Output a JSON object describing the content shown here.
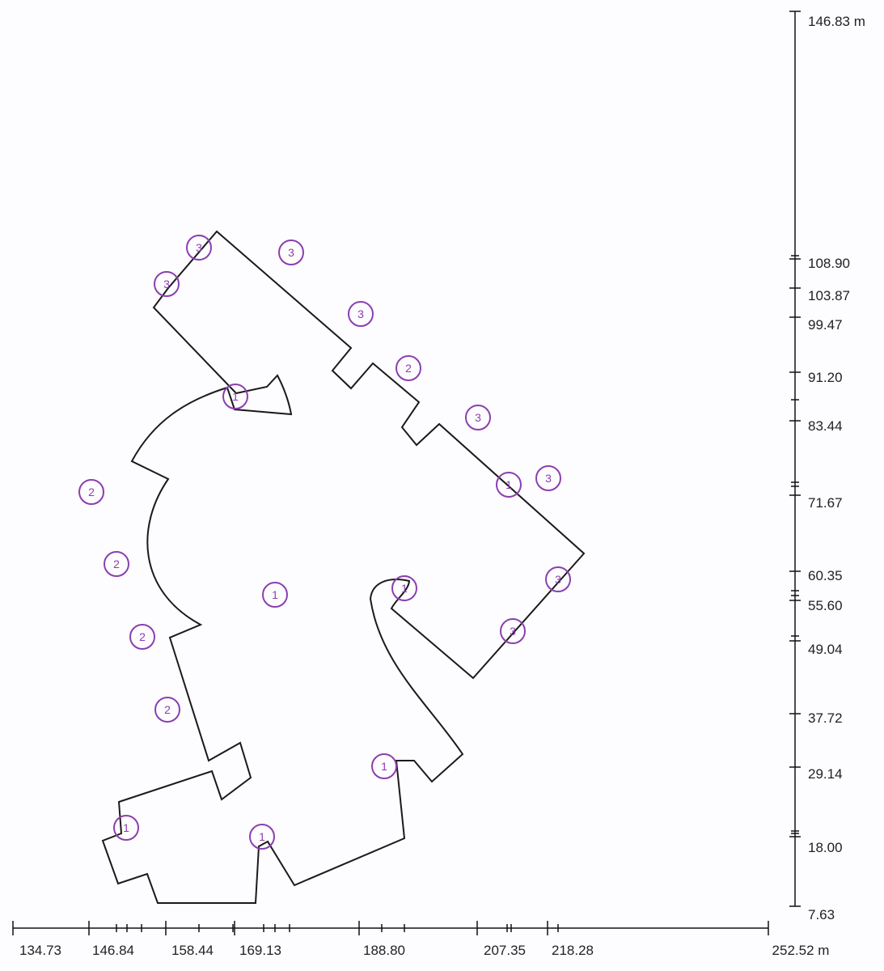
{
  "x_axis": {
    "ticks": [
      "134.73",
      "146.84",
      "158.44",
      "169.13",
      "188.80",
      "207.35",
      "218.28",
      "252.52 m"
    ]
  },
  "y_axis": {
    "ticks": [
      "146.83 m",
      "108.90",
      "103.87",
      "99.47",
      "91.20",
      "83.44",
      "71.67",
      "60.35",
      "55.60",
      "49.04",
      "37.72",
      "29.14",
      "18.00",
      "7.63"
    ]
  },
  "markers": [
    "3",
    "3",
    "3",
    "3",
    "2",
    "3",
    "3",
    "1",
    "1",
    "2",
    "2",
    "2",
    "2",
    "1",
    "3",
    "3",
    "1",
    "1",
    "1",
    "1"
  ],
  "colors": {
    "outline": "#1a1a1a",
    "marker": "#8a3fb0",
    "axis": "#111111"
  }
}
